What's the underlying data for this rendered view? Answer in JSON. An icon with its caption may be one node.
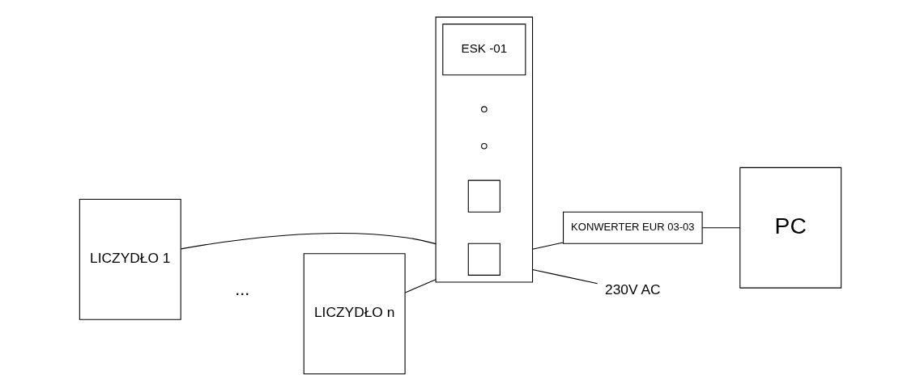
{
  "diagram": {
    "nodes": [
      {
        "text": [
          "LICZYDŁO 1"
        ]
      },
      {
        "text": [
          "LICZYDŁO n"
        ]
      },
      {
        "text": [],
        "shape": "box"
      },
      {
        "text": [
          "ESK -01"
        ],
        "in": 2
      },
      {
        "text": [],
        "shape": "circle",
        "in": 2
      },
      {
        "text": [],
        "shape": "circle",
        "in": 2
      },
      {
        "text": [],
        "shape": "box",
        "in": 2
      },
      {
        "text": [],
        "shape": "box",
        "in": 2
      },
      {
        "text": [
          "PC"
        ]
      },
      {
        "text": [
          "KONWERTER EUR 03-03"
        ]
      },
      {
        "text": [
          "230V AC"
        ]
      }
    ],
    "edges": [
      {
        "from": 0,
        "to": 2,
        "arrow": "none"
      },
      {
        "from": 1,
        "to": 2,
        "arrow": "none"
      },
      {
        "from": 2,
        "to": 9,
        "arrow": "none"
      },
      {
        "from": 9,
        "to": 8,
        "arrow": "none"
      },
      {
        "from": 2,
        "to": 10,
        "arrow": "none"
      }
    ],
    "labels": [
      "..."
    ]
  }
}
